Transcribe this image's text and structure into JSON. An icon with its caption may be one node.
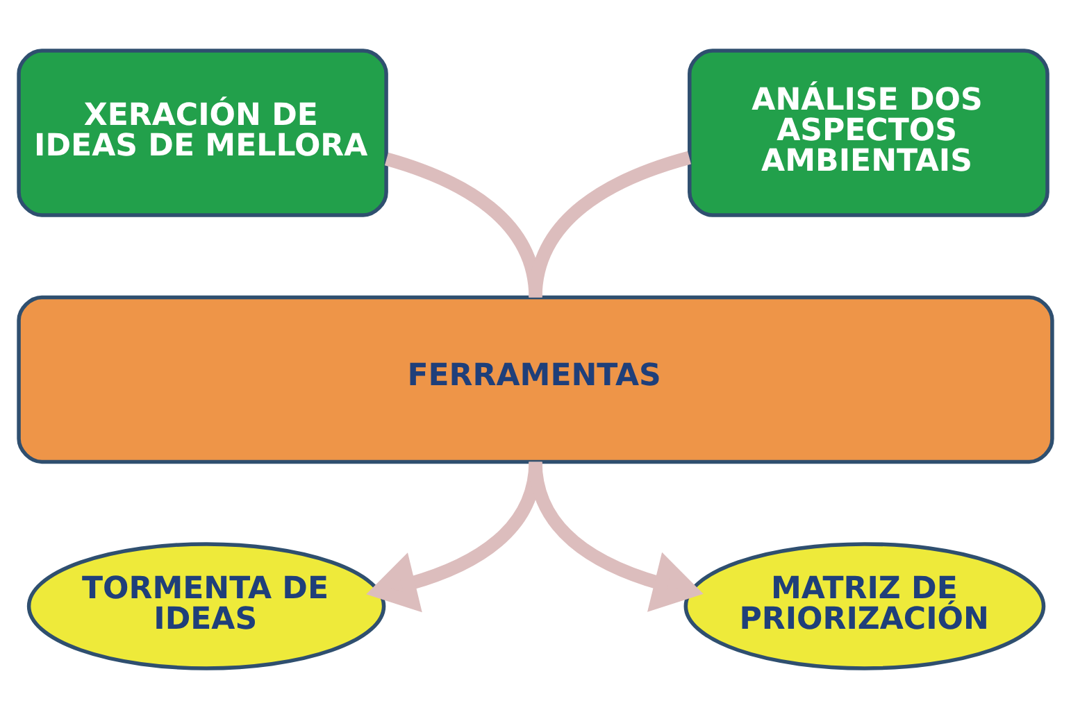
{
  "diagram": {
    "nodes": [
      {
        "text": [
          "XERACIÓN DE IDEAS DE MELLORA"
        ]
      },
      {
        "text": [
          "ANÁLISE DOS ASPECTOS AMBIENTAIS"
        ]
      },
      {
        "text": [
          "FERRAMENTAS"
        ]
      },
      {
        "text": [
          "TORMENTA DE IDEAS"
        ]
      },
      {
        "text": [
          "MATRIZ DE PRIORIZACIÓN"
        ]
      }
    ],
    "edges": [
      {
        "from": 0,
        "to": 2,
        "arrow": "none"
      },
      {
        "from": 1,
        "to": 2,
        "arrow": "none"
      },
      {
        "from": 2,
        "to": 3,
        "arrow": "to"
      },
      {
        "from": 2,
        "to": 4,
        "arrow": "to"
      }
    ]
  }
}
